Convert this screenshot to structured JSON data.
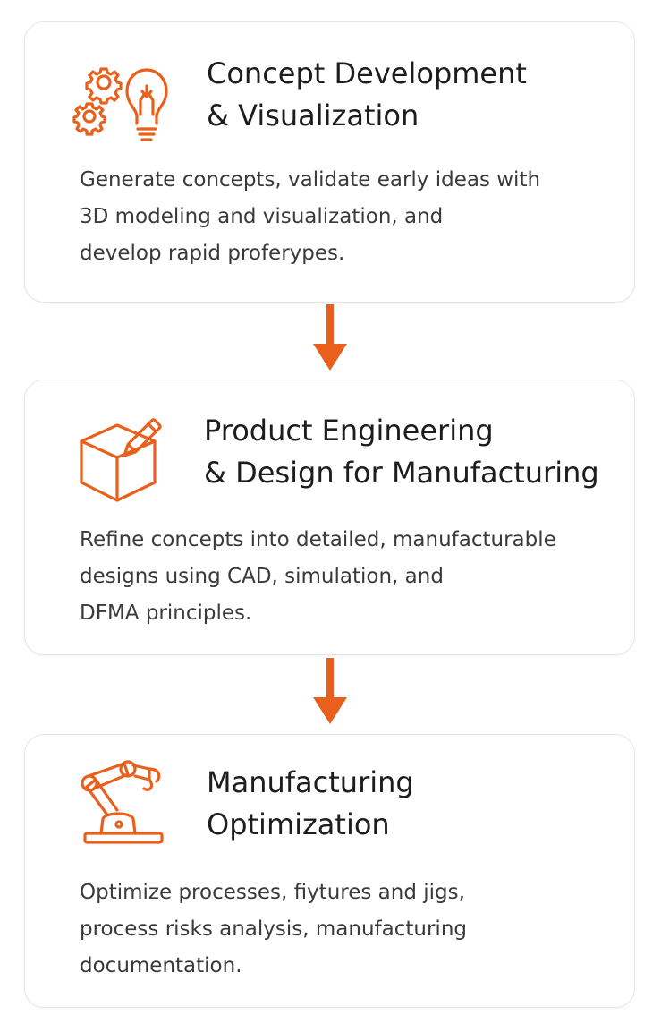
{
  "accent_color": "#e8601c",
  "steps": [
    {
      "icon": "gears-lightbulb-icon",
      "title_lines": [
        "Concept Development",
        "& Visualization"
      ],
      "desc_lines": [
        "Generate concepts, validate early ideas with",
        "3D modeling and visualization, and",
        "develop rapid proferypes."
      ]
    },
    {
      "icon": "box-pencil-icon",
      "title_lines": [
        "Product Engineering",
        "& Design for Manufacturing"
      ],
      "desc_lines": [
        "Refine concepts into detailed, manufacturable",
        "designs using CAD, simulation, and",
        "DFMA principles."
      ]
    },
    {
      "icon": "robot-arm-icon",
      "title_lines": [
        "Manufacturing",
        "Optimization"
      ],
      "desc_lines": [
        "Optimize processes, fiytures and jigs,",
        "process risks analysis, manufacturing",
        "documentation."
      ]
    }
  ]
}
